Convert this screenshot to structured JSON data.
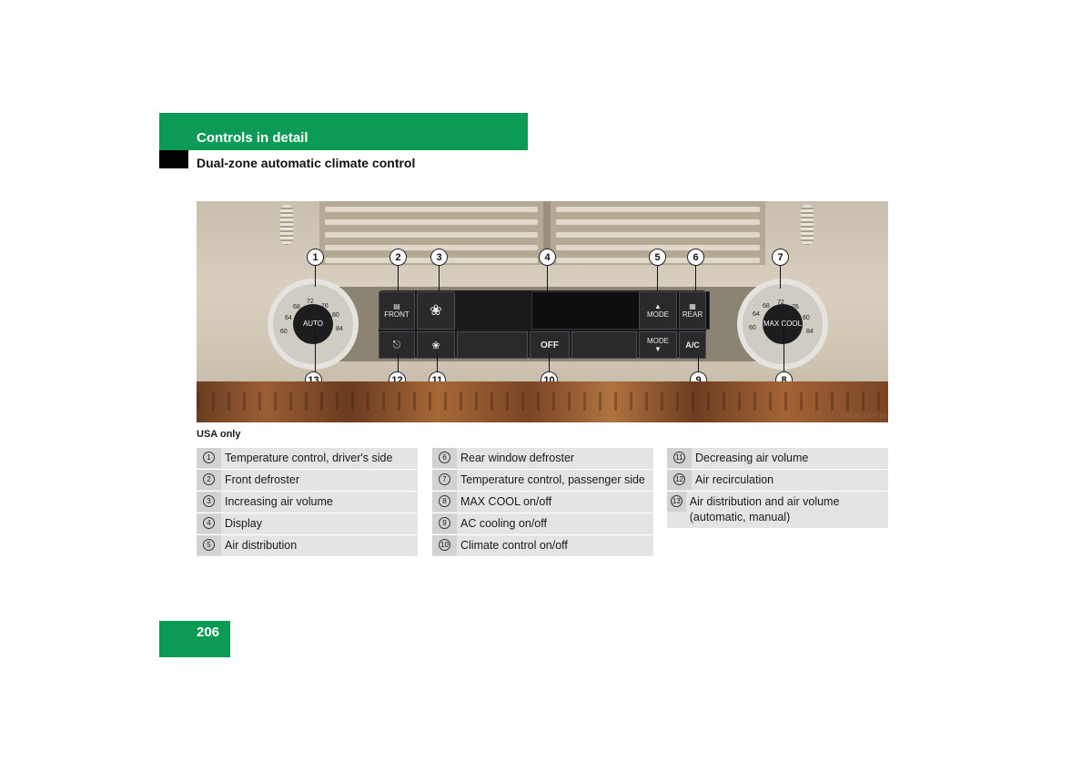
{
  "header": {
    "section": "Controls in detail",
    "subsection": "Dual-zone automatic climate control"
  },
  "photo": {
    "ref_code": "P83.30-4377-31",
    "buttons": {
      "front": "FRONT",
      "mode_top": "MODE",
      "rear": "REAR",
      "off": "OFF",
      "mode_bottom": "MODE",
      "ac": "A/C",
      "auto": "AUTO",
      "max_cool": "MAX COOL"
    },
    "left_dial_numbers": [
      "60",
      "64",
      "68",
      "72",
      "76",
      "80",
      "84"
    ],
    "right_dial_numbers": [
      "60",
      "64",
      "68",
      "72",
      "76",
      "80",
      "84"
    ],
    "callouts_top": [
      "1",
      "2",
      "3",
      "4",
      "5",
      "6",
      "7"
    ],
    "callouts_bottom": [
      "13",
      "12",
      "11",
      "10",
      "9",
      "8"
    ]
  },
  "note": "USA only",
  "legend": {
    "col1": [
      {
        "num": "1",
        "text": "Temperature control, driver's side"
      },
      {
        "num": "2",
        "text": "Front defroster"
      },
      {
        "num": "3",
        "text": "Increasing air volume"
      },
      {
        "num": "4",
        "text": "Display"
      },
      {
        "num": "5",
        "text": "Air distribution"
      }
    ],
    "col2": [
      {
        "num": "6",
        "text": "Rear window defroster"
      },
      {
        "num": "7",
        "text": "Temperature control, passenger side"
      },
      {
        "num": "8",
        "text": "MAX COOL on/off"
      },
      {
        "num": "9",
        "text": "AC cooling on/off"
      },
      {
        "num": "10",
        "text": "Climate control on/off"
      }
    ],
    "col3": [
      {
        "num": "11",
        "text": "Decreasing air volume"
      },
      {
        "num": "12",
        "text": "Air recirculation"
      },
      {
        "num": "13",
        "text": "Air distribution and air volume (automatic, manual)"
      }
    ]
  },
  "page_number": "206",
  "colors": {
    "accent": "#0c9b55"
  }
}
